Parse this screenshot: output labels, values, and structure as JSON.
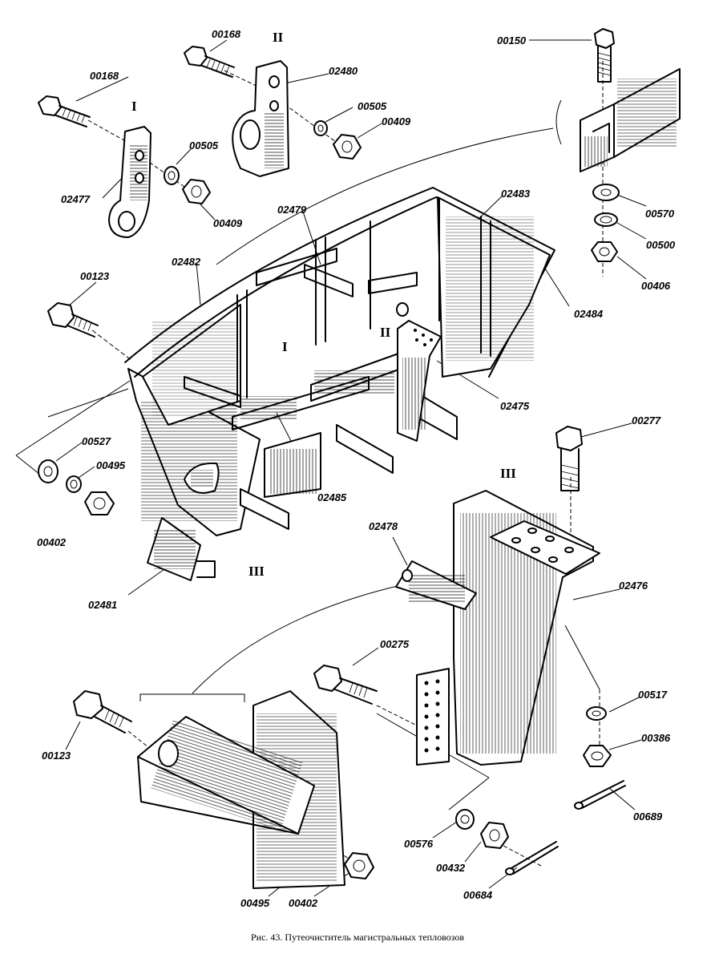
{
  "caption": "Рис. 43. Путеочиститель магистральных тепловозов",
  "section_marks": {
    "top_middle": "II",
    "top_left": "I",
    "inner_I": "I",
    "inner_II": "II",
    "bottom_III": "III",
    "right_III": "III"
  },
  "part_labels": [
    {
      "id": "p00168a",
      "text": "00168"
    },
    {
      "id": "p02480",
      "text": "02480"
    },
    {
      "id": "p00150",
      "text": "00150"
    },
    {
      "id": "p00168b",
      "text": "00168"
    },
    {
      "id": "p00505a",
      "text": "00505"
    },
    {
      "id": "p00409a",
      "text": "00409"
    },
    {
      "id": "p00505b",
      "text": "00505"
    },
    {
      "id": "p00409b",
      "text": "00409"
    },
    {
      "id": "p02477",
      "text": "02477"
    },
    {
      "id": "p02483",
      "text": "02483"
    },
    {
      "id": "p00570",
      "text": "00570"
    },
    {
      "id": "p02479",
      "text": "02479"
    },
    {
      "id": "p00500",
      "text": "00500"
    },
    {
      "id": "p02482",
      "text": "02482"
    },
    {
      "id": "p00406",
      "text": "00406"
    },
    {
      "id": "p00123a",
      "text": "00123"
    },
    {
      "id": "p02484",
      "text": "02484"
    },
    {
      "id": "p02475",
      "text": "02475"
    },
    {
      "id": "p00277",
      "text": "00277"
    },
    {
      "id": "p00527",
      "text": "00527"
    },
    {
      "id": "p00495a",
      "text": "00495"
    },
    {
      "id": "p00402a",
      "text": "00402"
    },
    {
      "id": "p02485",
      "text": "02485"
    },
    {
      "id": "p02478",
      "text": "02478"
    },
    {
      "id": "p02476",
      "text": "02476"
    },
    {
      "id": "p02481",
      "text": "02481"
    },
    {
      "id": "p00275",
      "text": "00275"
    },
    {
      "id": "p00517",
      "text": "00517"
    },
    {
      "id": "p00386",
      "text": "00386"
    },
    {
      "id": "p00123b",
      "text": "00123"
    },
    {
      "id": "p00689",
      "text": "00689"
    },
    {
      "id": "p00576",
      "text": "00576"
    },
    {
      "id": "p00432",
      "text": "00432"
    },
    {
      "id": "p00495b",
      "text": "00495"
    },
    {
      "id": "p00402b",
      "text": "00402"
    },
    {
      "id": "p00684",
      "text": "00684"
    }
  ]
}
